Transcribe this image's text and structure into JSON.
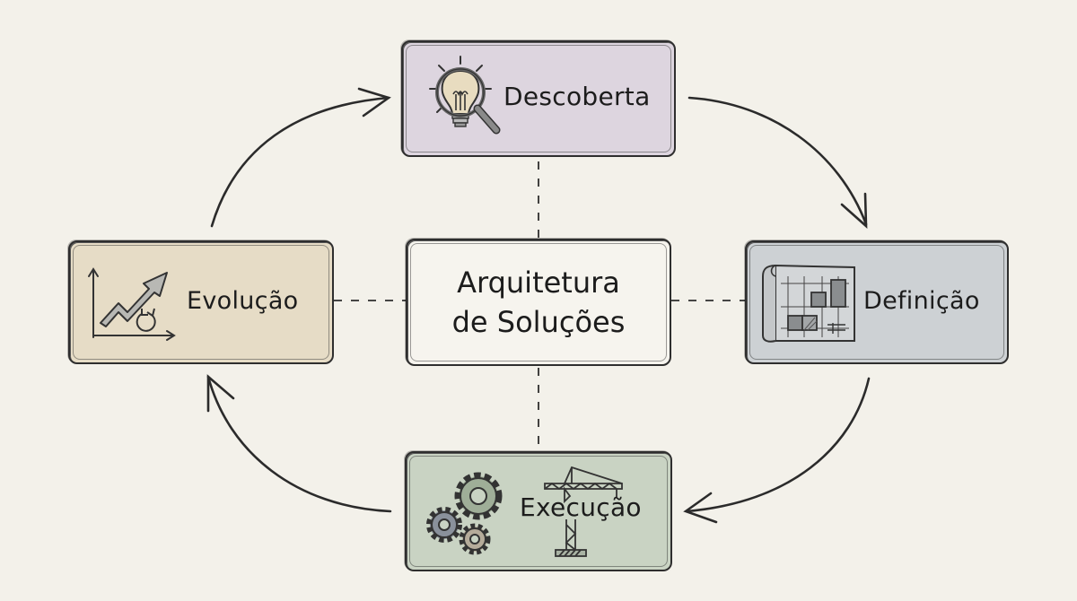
{
  "diagram": {
    "title": "Arquitetura de Soluções",
    "center": {
      "line1": "Arquitetura",
      "line2": "de Soluções",
      "fill": "#f6f4ee"
    },
    "nodes": [
      {
        "id": "discovery",
        "label": "Descoberta",
        "icon": "lightbulb-magnifier-icon",
        "fill": "#ddd5df",
        "position": "top"
      },
      {
        "id": "definition",
        "label": "Definição",
        "icon": "blueprint-icon",
        "fill": "#cdd1d4",
        "position": "right"
      },
      {
        "id": "execution",
        "label": "Execução",
        "icon": "gears-crane-icon",
        "fill": "#c9d3c3",
        "position": "bottom"
      },
      {
        "id": "evolution",
        "label": "Evolução",
        "icon": "growth-chart-cycle-icon",
        "fill": "#e6dcc6",
        "position": "left"
      }
    ],
    "cycle_arrows": [
      {
        "from": "Descoberta",
        "to": "Definição"
      },
      {
        "from": "Definição",
        "to": "Execução"
      },
      {
        "from": "Execução",
        "to": "Evolução"
      },
      {
        "from": "Evolução",
        "to": "Descoberta"
      }
    ],
    "connectors": "dashed lines from center to each node",
    "colors": {
      "background": "#f3f1ea",
      "stroke": "#2e2e2e"
    }
  }
}
